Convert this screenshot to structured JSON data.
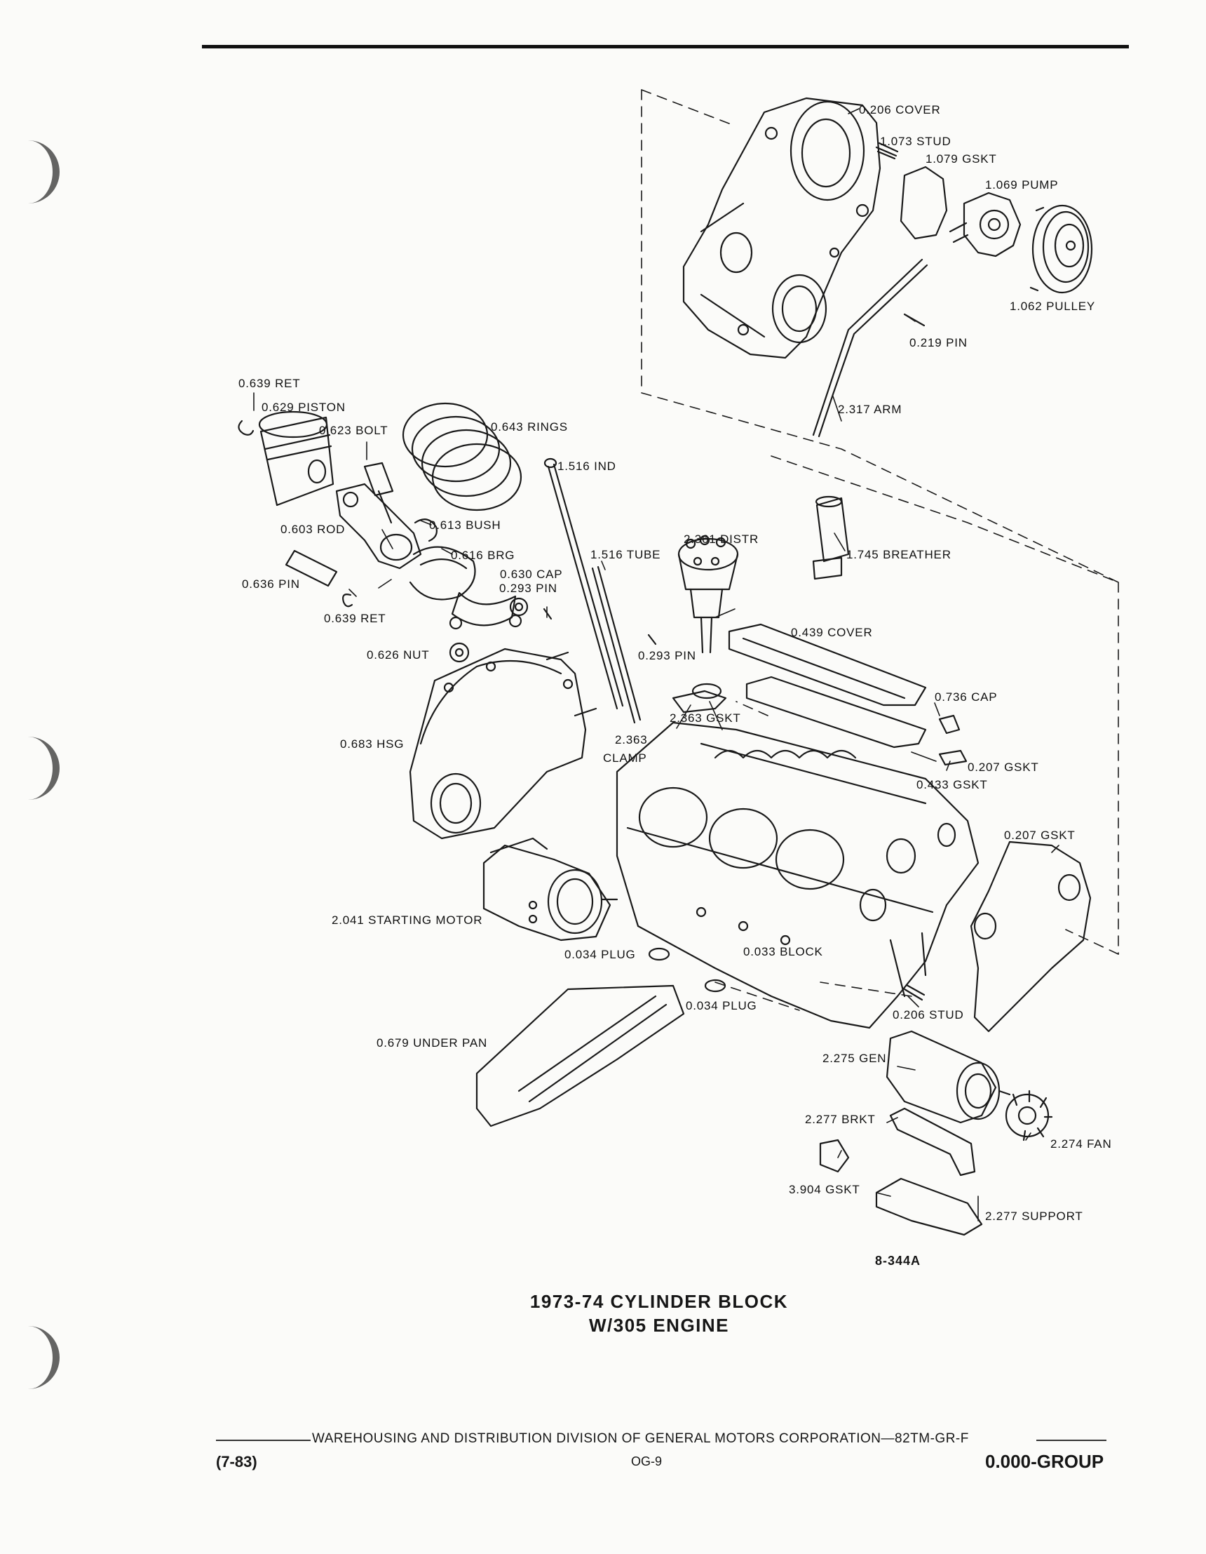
{
  "labels": {
    "cover_0206": "0.206 COVER",
    "stud_1073": "1.073 STUD",
    "gskt_1079": "1.079 GSKT",
    "pump_1069": "1.069 PUMP",
    "pulley_1062": "1.062 PULLEY",
    "pin_0219": "0.219 PIN",
    "arm_2317": "2.317 ARM",
    "ret_0639_top": "0.639 RET",
    "piston_0629": "0.629 PISTON",
    "bolt_0623": "0.623 BOLT",
    "rings_0643": "0.643 RINGS",
    "ind_1516": "1.516 IND",
    "bush_0613": "0.613 BUSH",
    "rod_0603": "0.603 ROD",
    "brg_0616": "0.616 BRG",
    "cap_0630": "0.630 CAP",
    "pin_0293_a": "0.293 PIN",
    "pin_0636": "0.636 PIN",
    "ret_0639_bottom": "0.639 RET",
    "tube_1516": "1.516 TUBE",
    "distr_2361": "2.361 DISTR",
    "breather_1745": "1.745 BREATHER",
    "nut_0626": "0.626 NUT",
    "cover_0439": "0.439 COVER",
    "pin_0293_b": "0.293 PIN",
    "cap_0736": "0.736 CAP",
    "gskt_2363": "2.363 GSKT",
    "hsg_0683": "0.683 HSG",
    "clamp_2363_num": "2.363",
    "clamp_2363_word": "CLAMP",
    "gskt_0207_a": "0.207 GSKT",
    "gskt_0433": "0.433 GSKT",
    "gskt_0207_b": "0.207 GSKT",
    "starting_motor_2041": "2.041 STARTING MOTOR",
    "plug_0034_a": "0.034 PLUG",
    "block_0033": "0.033 BLOCK",
    "plug_0034_b": "0.034 PLUG",
    "stud_0206": "0.206 STUD",
    "under_pan_0679": "0.679 UNDER PAN",
    "gen_2275": "2.275 GEN",
    "brkt_2277": "2.277 BRKT",
    "fan_2274": "2.274 FAN",
    "gskt_3904": "3.904 GSKT",
    "support_2277": "2.277 SUPPORT"
  },
  "figure_number": "8-344A",
  "caption_line1": "1973-74 CYLINDER BLOCK",
  "caption_line2": "W/305 ENGINE",
  "footer": {
    "center_text": "WAREHOUSING AND DISTRIBUTION  DIVISION OF GENERAL MOTORS CORPORATION—82TM-GR-F",
    "left": "(7-83)",
    "middle": "OG-9",
    "right": "0.000-GROUP"
  }
}
